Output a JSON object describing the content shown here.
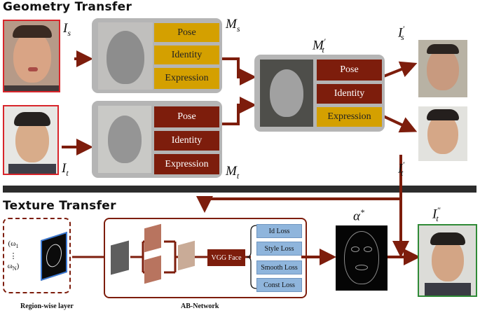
{
  "sections": {
    "geometry_title": "Geometry  Transfer",
    "texture_title": "Texture  Transfer"
  },
  "symbols": {
    "I_s": "I",
    "I_s_sub": "s",
    "I_t": "I",
    "I_t_sub": "t",
    "M_s": "M",
    "M_s_sub": "s",
    "M_t": "M",
    "M_t_sub": "t",
    "M_t_prime": "M",
    "M_t_prime_sub": "t",
    "I_s_prime": "I",
    "I_s_prime_sub": "s",
    "I_t_prime": "I",
    "I_t_prime_sub": "t",
    "alpha_star": "α",
    "I_t_dprime": "I",
    "I_t_dprime_sub": "t"
  },
  "source_panel": {
    "items": [
      "Pose",
      "Identity",
      "Expression"
    ]
  },
  "target_panel": {
    "items": [
      "Pose",
      "Identity",
      "Expression"
    ]
  },
  "merged_panel": {
    "items": [
      "Pose",
      "Identity",
      "Expression"
    ]
  },
  "region_layer": {
    "omega_1": "ω",
    "omega_1_sub": "1",
    "dots": "⋮",
    "omega_n": "ω",
    "omega_n_sub": "N",
    "label": "Region-wise layer"
  },
  "ab_network": {
    "label": "AB-Network",
    "vgg": "VGG Face",
    "losses": [
      "Id Loss",
      "Style Loss",
      "Smooth Loss",
      "Const Loss"
    ]
  },
  "colors": {
    "arrow": "#7d1d0c",
    "gold": "#d4a000",
    "brown": "#7d1d0c",
    "panel_gray": "#b5b5b5",
    "loss_blue": "#8fb5dc",
    "photo_border_red": "#d8252b",
    "photo_border_green": "#2f8a36"
  }
}
